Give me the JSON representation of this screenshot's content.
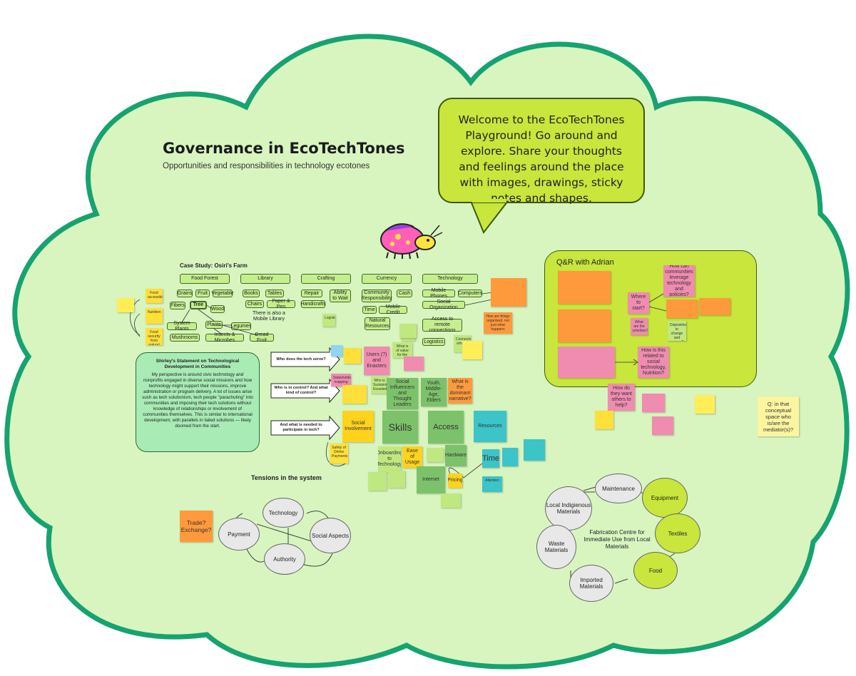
{
  "board": {
    "title": "Governance in EcoTechTones",
    "subtitle": "Opportunities and responsibilities in technology ecotones",
    "welcome": "Welcome to the EcoTechTones Playground! Go around and explore. Share your thoughts and feelings around the place with images, drawings, sticky notes and shapes.",
    "colors": {
      "cloud_fill": "#d8f5c0",
      "cloud_border": "#16a36f",
      "bubble": "#c8e63c",
      "box_green": "#c5ee8e",
      "shirley": "#a8ebb5"
    }
  },
  "case_study": {
    "title": "Case Study: Osiri's Farm",
    "categories": [
      "Food Forest",
      "Library",
      "Crafting",
      "Currency",
      "Technology"
    ],
    "food_forest": [
      "Grains",
      "Fruit",
      "Vegetable",
      "Fibers",
      "Tree",
      "Wood",
      "System Plants",
      "Plants",
      "Legumes",
      "Mushrooms",
      "Insects & Microbes",
      "Bread Fruit"
    ],
    "library": [
      "Books",
      "Tables",
      "Chairs",
      "Paper & Pen"
    ],
    "library_note": "There is also a Mobile Library",
    "crafting": [
      "Repair",
      "Ability to Wait",
      "Handicrafts"
    ],
    "currency": [
      "Community Responsibility",
      "Cash",
      "Time",
      "Mobile Credit",
      "Natural Resources"
    ],
    "technology": [
      "Mobile Phones",
      "Computers",
      "Social Organization",
      "Access to remote connections",
      "Logistics"
    ],
    "left_stickies": [
      "Food accessibility",
      "Nutrition",
      "Food security from natural cultivating practices"
    ],
    "logistics_sticky": "Logistics"
  },
  "shirley": {
    "heading": "Shirley's Statement on Technological Development in Communities",
    "body": "My perspective is around civic technology and nonprofits engaged in diverse social missions and how technology might support their missions, improve administration or program delivery. A lot of issues arise such as tech solutionism, tech people \"parachuting\" into communities and imposing their tech solutions without knowledge of relationships or involvement of communities themselves. This is similar to international development, with parallels in failed solutions — likely doomed from the start."
  },
  "questions": {
    "q1": "Who does the tech serve?",
    "q2": "Who is in control? And what kind of control?",
    "q3": "And what is needed to participate in tech?"
  },
  "stickies": {
    "users": "Users (?) and Enacters",
    "social_influencers": "Social Influencers and Thought Leaders",
    "youth": "Youth, Middle-Age, Elders",
    "dominant_narrative": "What is the dominant narrative?",
    "social_involvement": "Social Involvement",
    "skills": "Skills",
    "access": "Access",
    "resources": "Resources",
    "safety": "Safety of Online Payments",
    "onboarding": "Onboarding to Technology",
    "ease_of_usage": "Ease of Usage",
    "hardware": "Hardware",
    "time": "Time",
    "internet": "Internet",
    "pricing": "Pricing",
    "attention": "Attention",
    "trade": "Trade? Exchange?",
    "conceptual_space": "Q: in that conceptual space who is/are the mediator(s)?",
    "how_things_organised": "How are things organised, not just what happens",
    "what_value": "What is of value for the community?",
    "who_is_sustaining": "Who is Sustaining Knowledge?",
    "stakeholder_mapping": "Stakeholder mapping",
    "connection_virtual": "Connection virtual?"
  },
  "qa": {
    "title": "Q&R with Adrian",
    "where_to_start": "Where to start?",
    "how_leverage": "How can communities leverage technology and policies?",
    "how_related": "How is this related to social technology, Nutrition?",
    "how_want_help": "How do they want others to help?",
    "what_priorities": "What are the priorities?",
    "disposition": "Disposition to change and curious?"
  },
  "tensions": {
    "title": "Tensions in the system",
    "nodes": [
      "Technology",
      "Payment",
      "Social Aspects",
      "Authority"
    ]
  },
  "fabrication": {
    "center": "Fabrication Centre for Immediate Use from Local Materials",
    "nodes": [
      "Maintenance",
      "Equipment",
      "Local Indigienous Materials",
      "Textiles",
      "Waste Materials",
      "Food",
      "Imported Materials"
    ]
  }
}
